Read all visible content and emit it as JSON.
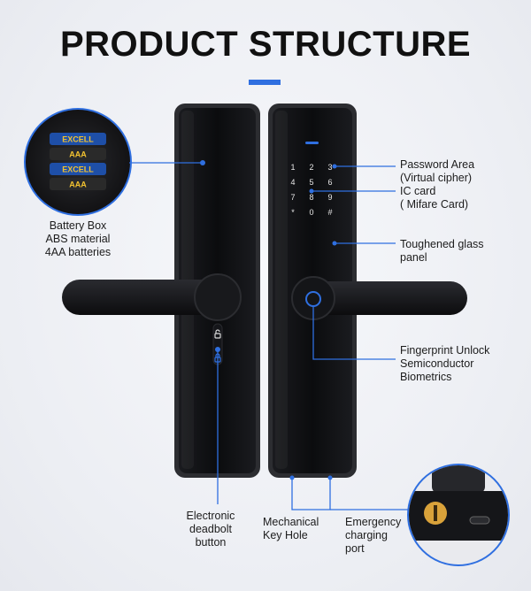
{
  "title": "PRODUCT STRUCTURE",
  "accent_color": "#2f6fe0",
  "keypad": [
    "1",
    "2",
    "3",
    "4",
    "5",
    "6",
    "7",
    "8",
    "9",
    "*",
    "0",
    "#"
  ],
  "battery_labels": [
    "EXCELL",
    "AAA",
    "EXCELL",
    "AAA"
  ],
  "callouts": {
    "battery": [
      "Battery Box",
      "ABS material",
      "4AA batteries"
    ],
    "password": [
      "Password Area",
      "(Virtual cipher)"
    ],
    "ic_card": [
      "IC card",
      "( Mifare Card)"
    ],
    "glass": [
      "Toughened glass",
      "panel"
    ],
    "fingerprint": [
      "Fingerprint Unlock",
      "Semiconductor",
      "Biometrics"
    ],
    "deadbolt": [
      "Electronic",
      "deadbolt",
      "button"
    ],
    "keyhole": [
      "Mechanical",
      "Key Hole"
    ],
    "charging": [
      "Emergency",
      "charging",
      "port"
    ]
  }
}
